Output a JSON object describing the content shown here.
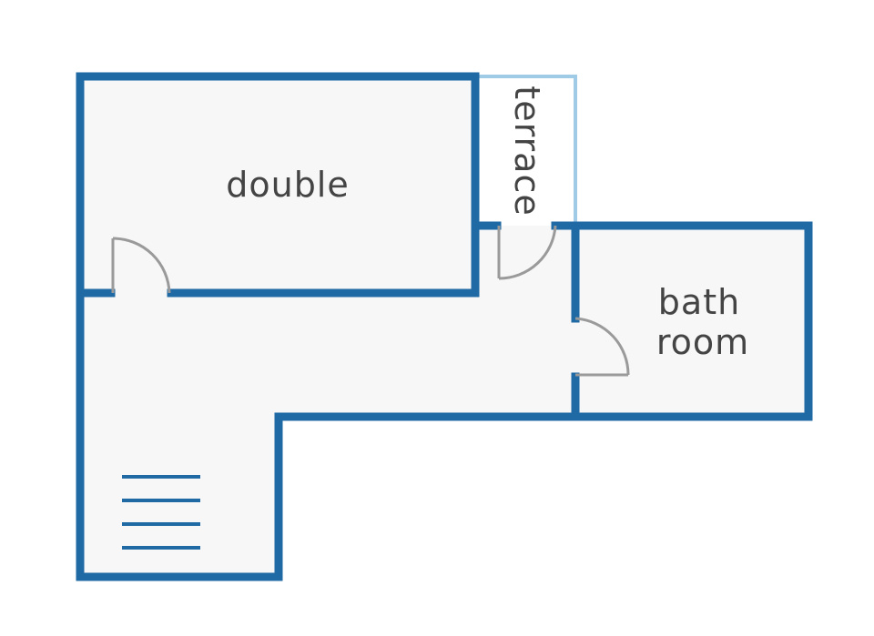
{
  "rooms": {
    "double": {
      "label": "double"
    },
    "terrace": {
      "label": "terrace"
    },
    "bathroom": {
      "line1": "bath",
      "line2": "room"
    }
  },
  "colors": {
    "wall": "#1f6aa5",
    "terrace_wall": "#9fcbe6",
    "floor": "#f7f7f7",
    "door": "#9a9a9a",
    "label": "#444444",
    "background": "#ffffff"
  },
  "icons": {
    "stairs": "stairs-icon",
    "door": "door-swing-icon"
  }
}
